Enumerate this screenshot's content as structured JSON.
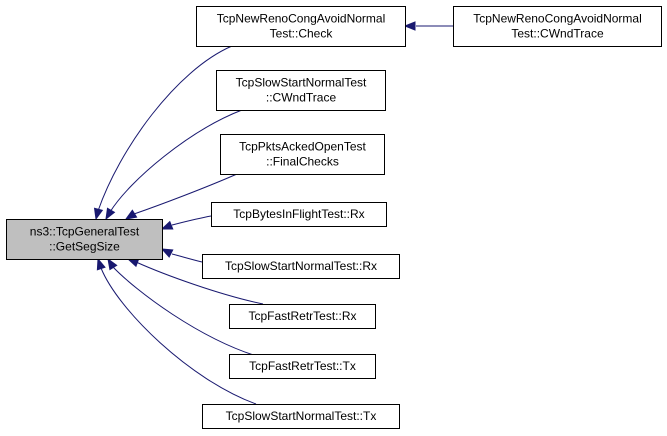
{
  "diagram": {
    "focus": {
      "id": "getsegsize",
      "lines": [
        "ns3::TcpGeneralTest",
        "::GetSegSize"
      ]
    },
    "callers": [
      {
        "id": "newreno-check",
        "lines": [
          "TcpNewRenoCongAvoidNormal",
          "Test::Check"
        ]
      },
      {
        "id": "newreno-cwndtrace",
        "lines": [
          "TcpNewRenoCongAvoidNormal",
          "Test::CWndTrace"
        ]
      },
      {
        "id": "slowstart-cwndtrace",
        "lines": [
          "TcpSlowStartNormalTest",
          "::CWndTrace"
        ]
      },
      {
        "id": "pktsacked-finalchecks",
        "lines": [
          "TcpPktsAckedOpenTest",
          "::FinalChecks"
        ]
      },
      {
        "id": "bytesinflight-rx",
        "lines": [
          "TcpBytesInFlightTest::Rx"
        ]
      },
      {
        "id": "slowstart-rx",
        "lines": [
          "TcpSlowStartNormalTest::Rx"
        ]
      },
      {
        "id": "fastretr-rx",
        "lines": [
          "TcpFastRetrTest::Rx"
        ]
      },
      {
        "id": "fastretr-tx",
        "lines": [
          "TcpFastRetrTest::Tx"
        ]
      },
      {
        "id": "slowstart-tx",
        "lines": [
          "TcpSlowStartNormalTest::Tx"
        ]
      }
    ],
    "edges": [
      {
        "from": "newreno-check",
        "to": "getsegsize"
      },
      {
        "from": "newreno-cwndtrace",
        "to": "newreno-check"
      },
      {
        "from": "slowstart-cwndtrace",
        "to": "getsegsize"
      },
      {
        "from": "pktsacked-finalchecks",
        "to": "getsegsize"
      },
      {
        "from": "bytesinflight-rx",
        "to": "getsegsize"
      },
      {
        "from": "slowstart-rx",
        "to": "getsegsize"
      },
      {
        "from": "fastretr-rx",
        "to": "getsegsize"
      },
      {
        "from": "fastretr-tx",
        "to": "getsegsize"
      },
      {
        "from": "slowstart-tx",
        "to": "getsegsize"
      }
    ],
    "colors": {
      "edge": "#191970",
      "focus_fill": "#bfbfbf",
      "node_fill": "#ffffff",
      "border": "#000000"
    }
  }
}
